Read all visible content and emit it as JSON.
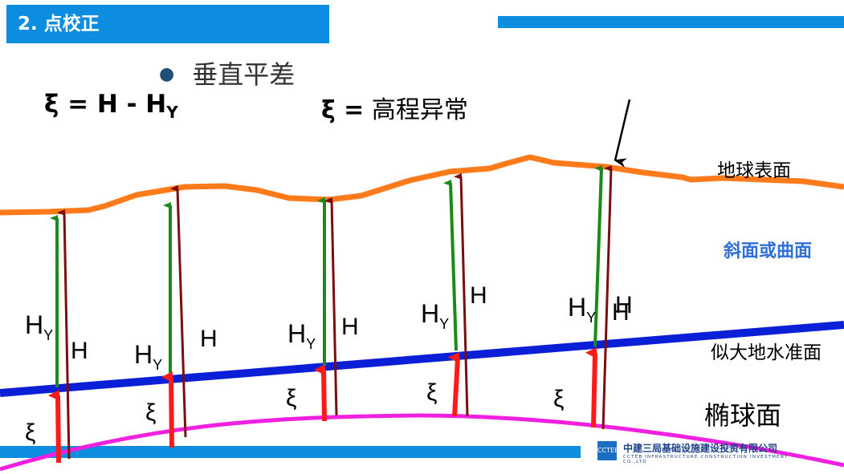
{
  "title": "2. 点校正",
  "bullet": "垂直平差",
  "formula_1": {
    "lhs": "ξ = H - H",
    "sub": "Y"
  },
  "formula_2": {
    "xi": "ξ =",
    "rhs": "高程异常"
  },
  "surface_labels": {
    "earth_surface": "地球表面",
    "plane_or_curved": "斜面或曲面",
    "quasi_geoid": "似大地水准面",
    "ellipsoid": "椭球面"
  },
  "pillar_labels": [
    {
      "hy": "H",
      "hy_sub": "Y",
      "h": "H",
      "xi": "ξ"
    },
    {
      "hy": "H",
      "hy_sub": "Y",
      "h": "H",
      "xi": "ξ"
    },
    {
      "hy": "H",
      "hy_sub": "Y",
      "h": "H",
      "xi": "ξ"
    },
    {
      "hy": "H",
      "hy_sub": "Y",
      "h": "H",
      "xi": "ξ"
    },
    {
      "hy": "H",
      "hy_sub": "Y",
      "h": "H",
      "h2": "H",
      "xi": "ξ"
    }
  ],
  "logo": {
    "mark": "CCTEB",
    "company_cn": "中建三局基础设施建设投资有限公司",
    "company_en": "CCTEB INFRASTRUCTURE CONSTRUCTION INVESTMENT CO.,LTD"
  },
  "colors": {
    "accent_blue": "#0d8de0",
    "earth_surface": "#ff7a1a",
    "quasi_geoid": "#0a1fd6",
    "ellipsoid": "#f020e0",
    "h_arrow": "#7a0d0d",
    "hy_arrow": "#1a8a1a",
    "xi_arrow": "#ff1a1a",
    "label_blue": "#2f6fd6"
  }
}
